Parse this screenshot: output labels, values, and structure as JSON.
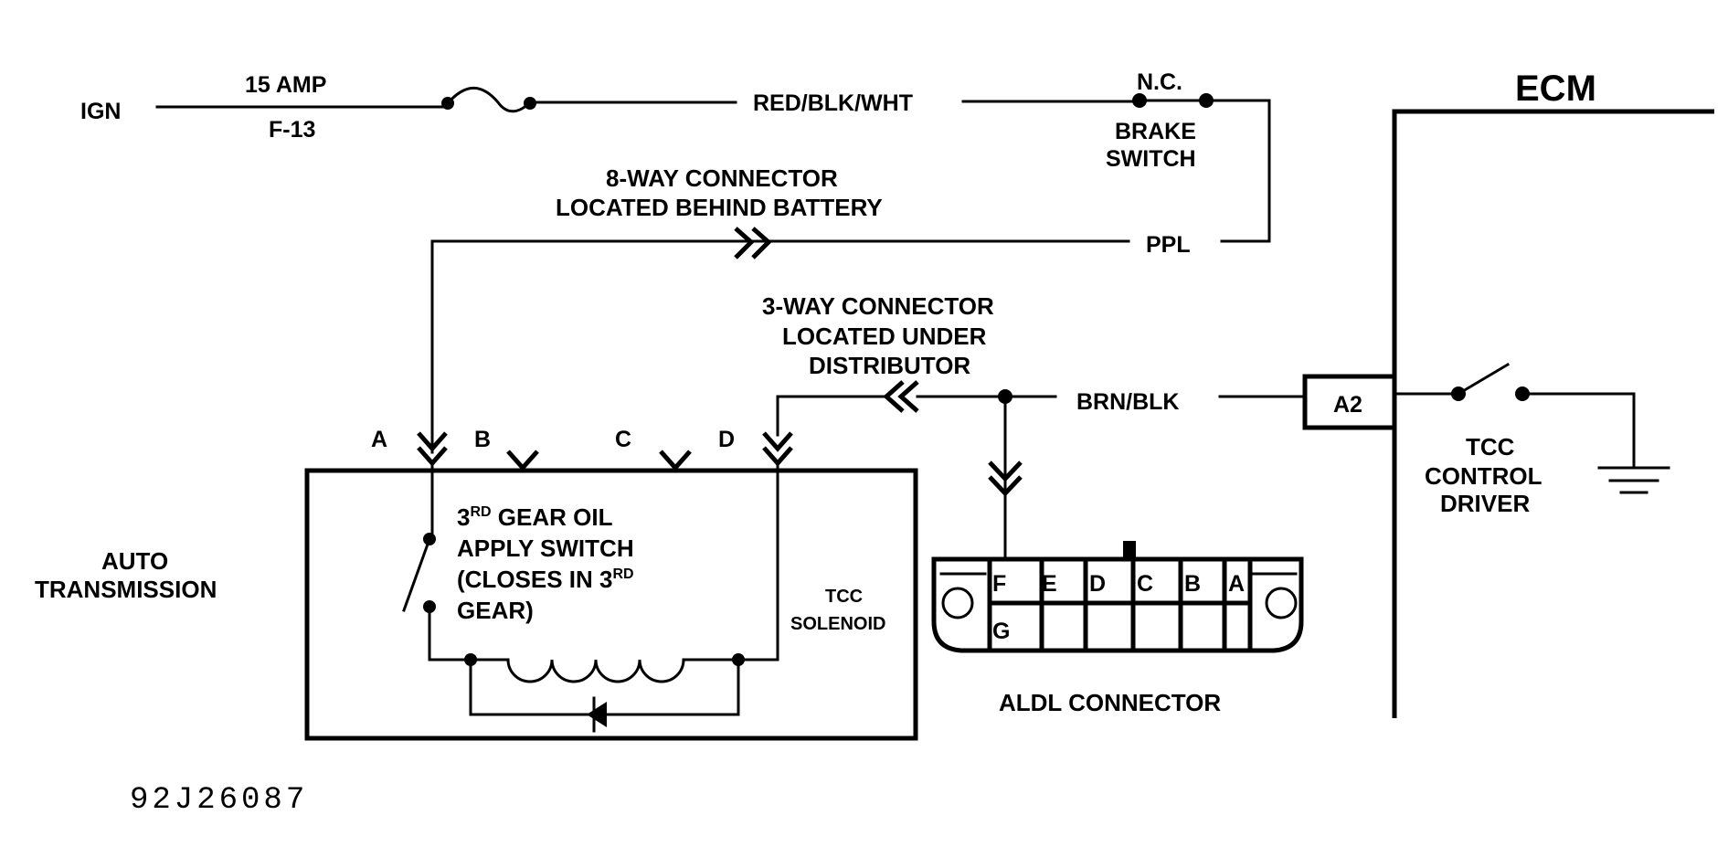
{
  "diagram": {
    "type": "wiring-schematic",
    "colors": {
      "ink": "#000000",
      "paper": "#ffffff"
    },
    "power": {
      "source_label": "IGN",
      "fuse_rating": "15 AMP",
      "fuse_id": "F-13",
      "wire_color_1": "RED/BLK/WHT"
    },
    "brake_switch": {
      "state": "N.C.",
      "label_line1": "BRAKE",
      "label_line2": "SWITCH",
      "wire_color_out": "PPL"
    },
    "connector_8way": {
      "line1": "8-WAY CONNECTOR",
      "line2": "LOCATED BEHIND BATTERY"
    },
    "connector_3way": {
      "line1": "3-WAY CONNECTOR",
      "line2": "LOCATED UNDER",
      "line3": "DISTRIBUTOR",
      "wire_color": "BRN/BLK"
    },
    "transmission": {
      "label_line1": "AUTO",
      "label_line2": "TRANSMISSION",
      "pins": [
        "A",
        "B",
        "C",
        "D"
      ],
      "switch": {
        "line1_num": "3",
        "line1_sup": "RD",
        "line1_rest": " GEAR OIL",
        "line2": "APPLY SWITCH",
        "line3_pre": "(CLOSES IN 3",
        "line3_sup": "RD",
        "line4": "GEAR)"
      },
      "solenoid_line1": "TCC",
      "solenoid_line2": "SOLENOID"
    },
    "aldl": {
      "label": "ALDL CONNECTOR",
      "top_row": [
        "F",
        "E",
        "D",
        "C",
        "B",
        "A"
      ],
      "bottom_row": [
        "G",
        "",
        "",
        "",
        "",
        ""
      ]
    },
    "ecm": {
      "title": "ECM",
      "terminal": "A2",
      "driver_line1": "TCC",
      "driver_line2": "CONTROL",
      "driver_line3": "DRIVER"
    },
    "figure_id": "92J26087"
  }
}
